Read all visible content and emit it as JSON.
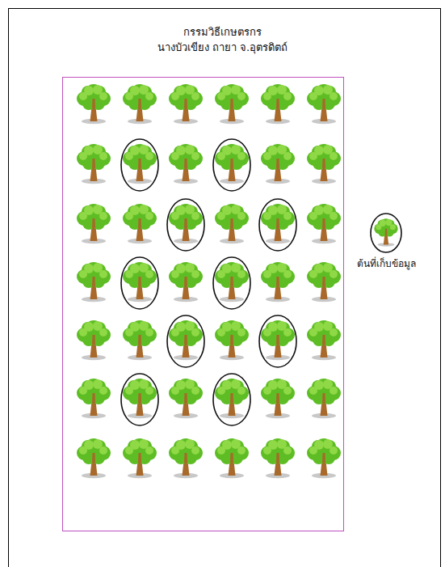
{
  "diagram": {
    "title": "กรรมวิธีเกษตรกร",
    "labels": [
      "นางบัวเขียง ถายา จ.อุตรดิตถ์"
    ],
    "legend": [
      {
        "text": "ต้นที่เก็บข้อมูล"
      }
    ]
  }
}
